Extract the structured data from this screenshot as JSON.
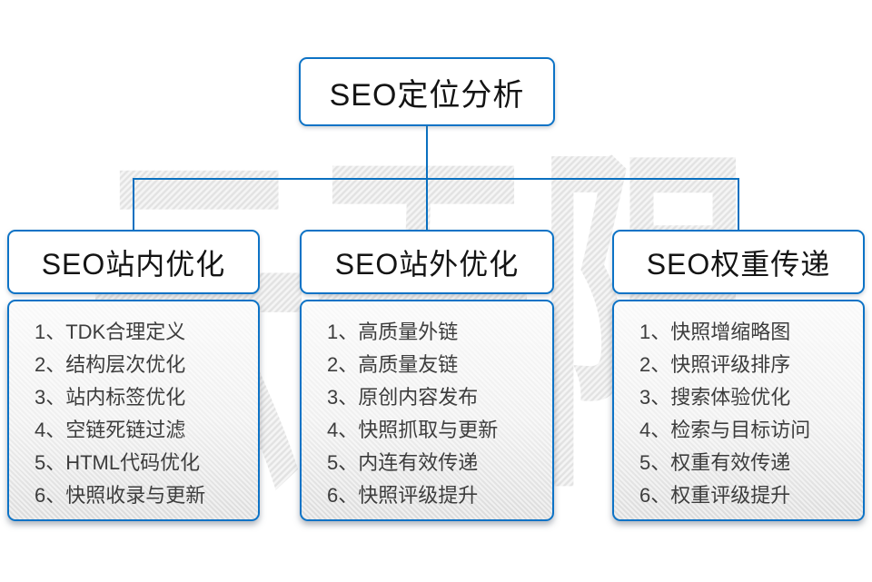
{
  "watermark": {
    "text": "云无限"
  },
  "colors": {
    "box_border": "#0d73c6",
    "connector": "#0a70c0",
    "header_text": "#141414",
    "item_text": "#3d3d3d",
    "watermark_stripe": "#e2e2e2",
    "watermark_base": "#f5f5f5"
  },
  "root": {
    "title": "SEO定位分析"
  },
  "branches": [
    {
      "title": "SEO站内优化",
      "items": [
        "1、TDK合理定义",
        "2、结构层次优化",
        "3、站内标签优化",
        "4、空链死链过滤",
        "5、HTML代码优化",
        "6、快照收录与更新"
      ]
    },
    {
      "title": "SEO站外优化",
      "items": [
        "1、高质量外链",
        "2、高质量友链",
        "3、原创内容发布",
        "4、快照抓取与更新",
        "5、内连有效传递",
        "6、快照评级提升"
      ]
    },
    {
      "title": "SEO权重传递",
      "items": [
        "1、快照增缩略图",
        "2、快照评级排序",
        "3、搜索体验优化",
        "4、检索与目标访问",
        "5、权重有效传递",
        "6、权重评级提升"
      ]
    }
  ]
}
